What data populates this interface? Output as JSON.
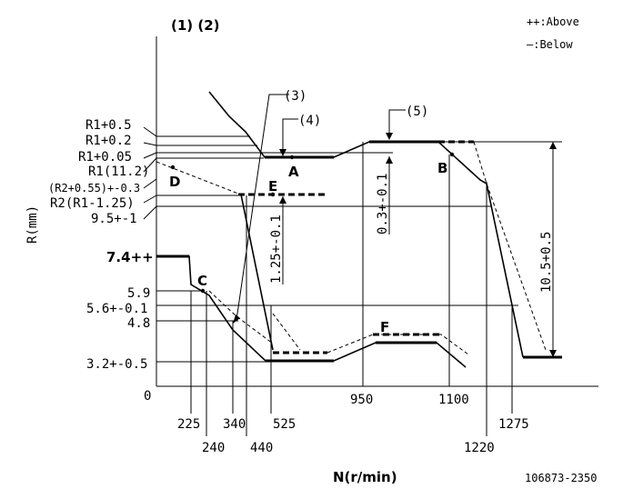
{
  "header": {
    "notes": "(1) (2)",
    "legend_above": "++:Above",
    "legend_below": "—:Below"
  },
  "axes": {
    "y_title": "R(mm)",
    "x_title": "N(r/min)",
    "origin": "0"
  },
  "y_labels": [
    "R1+0.5",
    "R1+0.2",
    "R1+0.05",
    "R1(11.2)",
    "(R2+0.55)+-0.3",
    "R2(R1-1.25)",
    "9.5+-1",
    "7.4++",
    "5.9",
    "5.6+-0.1",
    "4.8",
    "3.2+-0.5"
  ],
  "x_labels": [
    "225",
    "240",
    "340",
    "440",
    "525",
    "950",
    "1100",
    "1220",
    "1275"
  ],
  "callouts": {
    "c3": "(3)",
    "c4": "(4)",
    "c5": "(5)"
  },
  "points": {
    "A": "A",
    "B": "B",
    "C": "C",
    "D": "D",
    "E": "E",
    "F": "F"
  },
  "dimensions": {
    "d1": "1.25+-0.1",
    "d2": "0.3+-0.1",
    "d3": "10.5+0.5"
  },
  "footer": {
    "code": "106873-2350"
  }
}
